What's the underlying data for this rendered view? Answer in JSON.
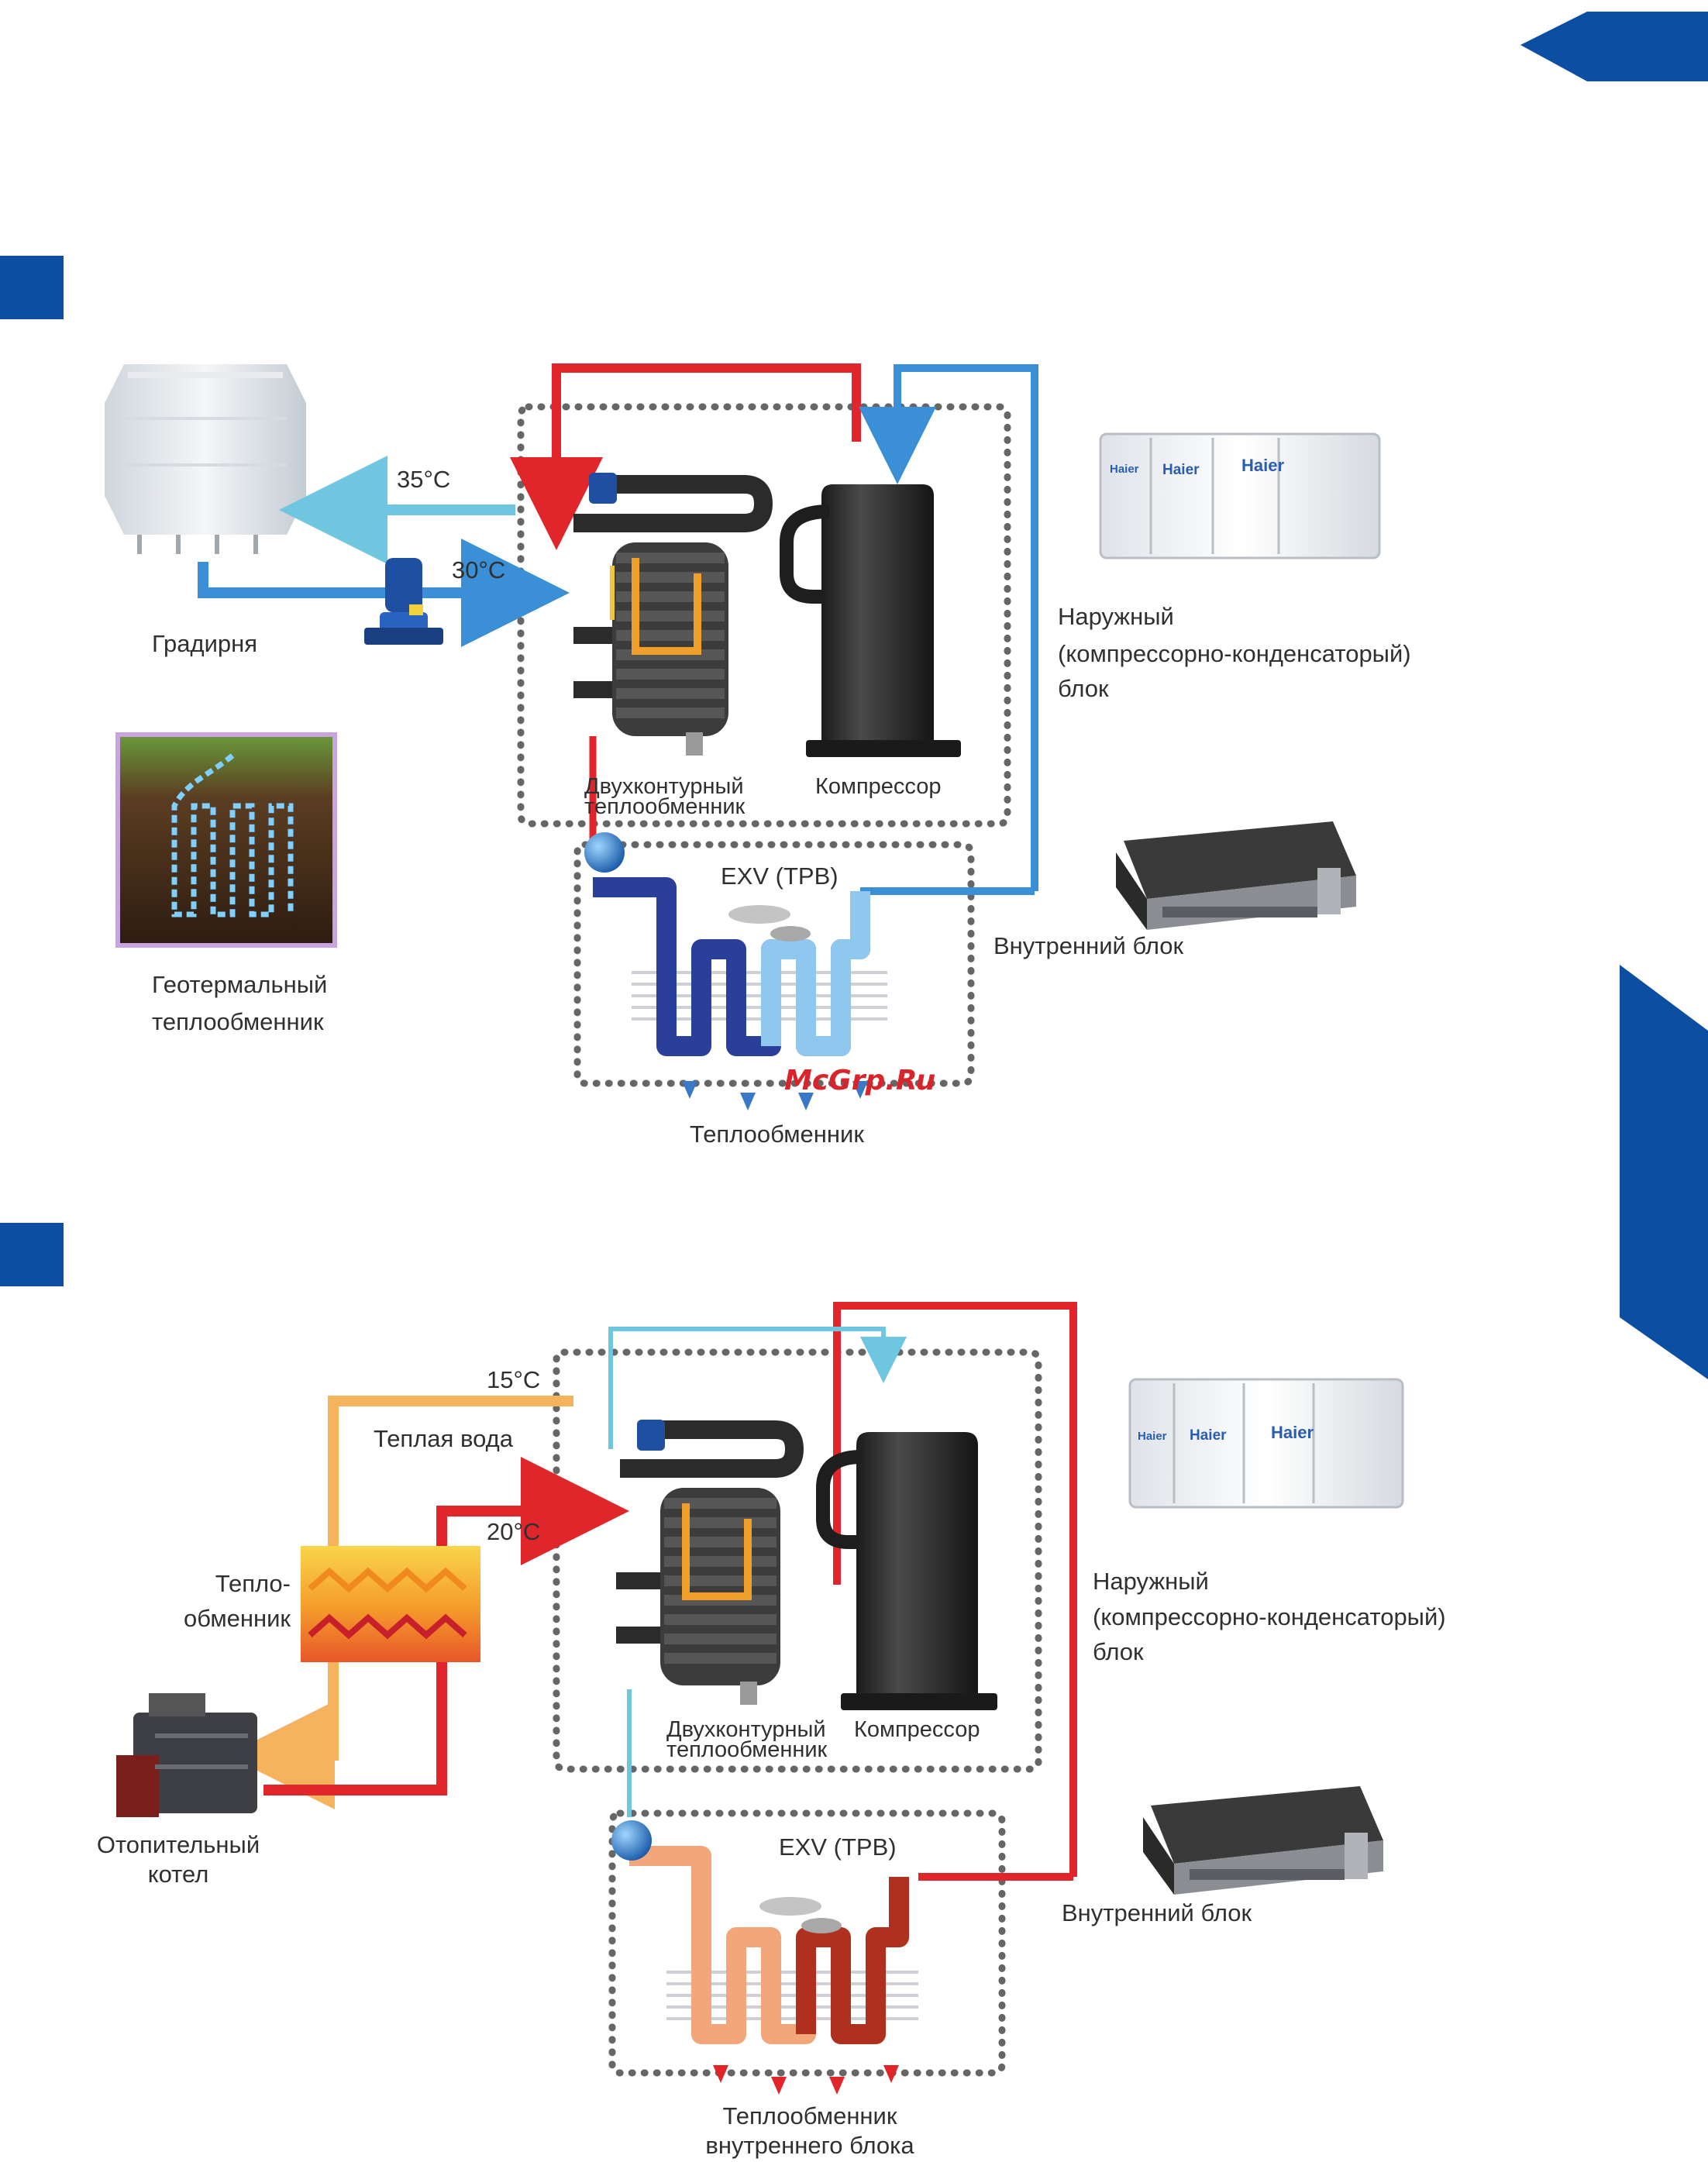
{
  "colors": {
    "brand_blue": "#0b4ea2",
    "hot_red": "#e0262a",
    "cool_blue": "#3a8fd6",
    "light_cyan": "#6fc6e0",
    "warm_orange": "#f4b35c",
    "dark_metal": "#2b2b2b"
  },
  "watermark": "McGrp.Ru",
  "diagram_top": {
    "t_supply": "35°C",
    "t_return": "30°C",
    "cooling_tower": "Градирня",
    "geo_exchanger": [
      "Геотермальный",
      "теплообменник"
    ],
    "dual_exchanger": [
      "Двухконтурный",
      "теплообменник"
    ],
    "compressor": "Компрессор",
    "exv": "EXV (ТРВ)",
    "outdoor_unit": [
      "Наружный",
      "(компрессорно-конденсаторый)",
      "блок"
    ],
    "indoor_unit": "Внутренний блок",
    "exchanger": "Теплообменник",
    "brand_logos": [
      "Haier",
      "Haier",
      "Haier"
    ]
  },
  "diagram_bottom": {
    "t_in": "15°C",
    "warm_water": "Теплая вода",
    "t_out": "20°C",
    "heat_exchanger": [
      "Тепло-",
      "обменник"
    ],
    "boiler": [
      "Отопительный",
      "котел"
    ],
    "dual_exchanger": [
      "Двухконтурный",
      "теплообменник"
    ],
    "compressor": "Компрессор",
    "exv": "EXV (ТРВ)",
    "outdoor_unit": [
      "Наружный",
      "(компрессорно-конденсаторый)",
      "блок"
    ],
    "indoor_unit": "Внутренний блок",
    "indoor_exchanger": [
      "Теплообменник",
      "внутреннего блока"
    ],
    "brand_logos": [
      "Haier",
      "Haier",
      "Haier"
    ]
  }
}
